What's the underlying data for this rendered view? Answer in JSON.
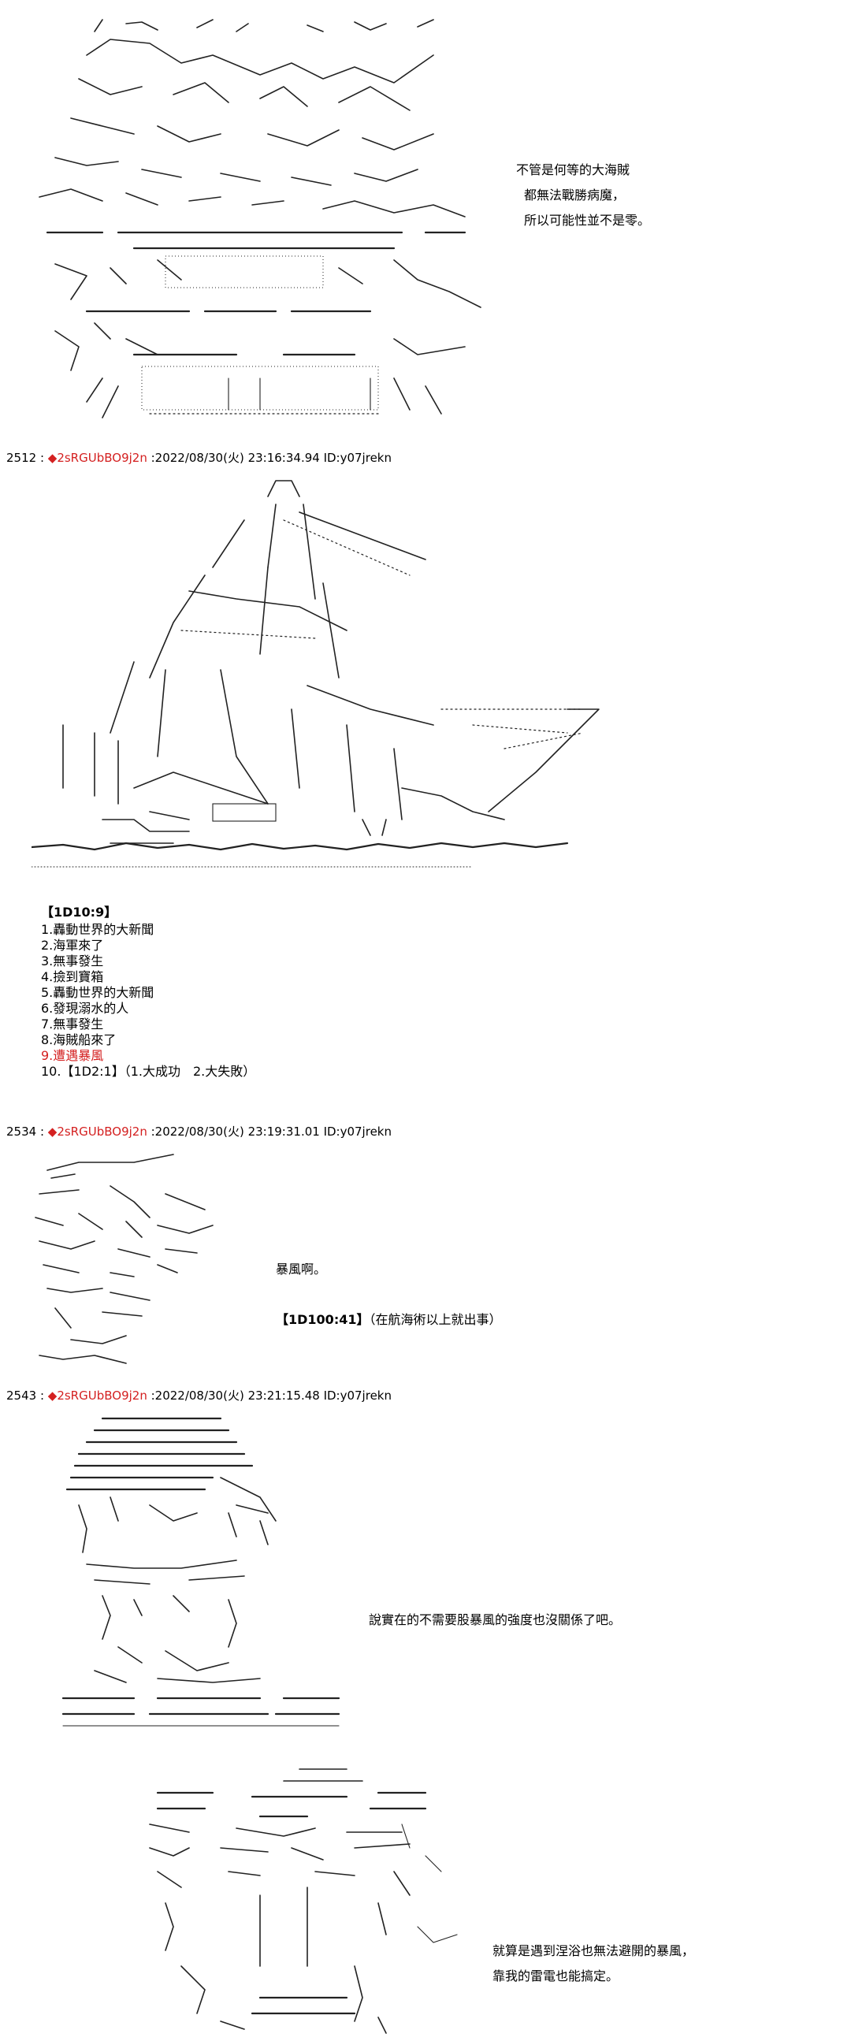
{
  "posts": [
    {
      "dialogue": [
        "不管是何等的大海賊",
        "都無法戰勝病魔，",
        "所以可能性並不是零。"
      ]
    },
    {
      "header": {
        "num": "2512",
        "sep": " : ",
        "diamond": "◆",
        "name": "2sRGUbBO9j2n",
        "meta": " :2022/08/30(火) 23:16:34.94 ID:y07jrekn"
      },
      "dice_title": "【1D10:9】",
      "list": [
        "1.轟動世界的大新聞",
        "2.海軍來了",
        "3.無事發生",
        "4.撿到寶箱",
        "5.轟動世界的大新聞",
        "6.發現溺水的人",
        "7.無事發生",
        "8.海賊船來了",
        "9.遭遇暴風",
        "10.【1D2:1】（1.大成功　2.大失敗）"
      ]
    },
    {
      "header": {
        "num": "2534",
        "sep": " : ",
        "diamond": "◆",
        "name": "2sRGUbBO9j2n",
        "meta": " :2022/08/30(火) 23:19:31.01 ID:y07jrekn"
      },
      "dialogue": "暴風啊。",
      "dice_roll": "【1D100:41】",
      "dice_note": "（在航海術以上就出事）"
    },
    {
      "header": {
        "num": "2543",
        "sep": " : ",
        "diamond": "◆",
        "name": "2sRGUbBO9j2n",
        "meta": " :2022/08/30(火) 23:21:15.48 ID:y07jrekn"
      },
      "dialogue": "說實在的不需要股暴風的強度也沒關係了吧。",
      "dialogue2": [
        "就算是遇到涅浴也無法避開的暴風，",
        "靠我的雷電也能搞定。"
      ]
    }
  ],
  "colors": {
    "name": "#d42020",
    "highlight": "#d42020",
    "text": "#000000",
    "background": "#ffffff"
  },
  "art_icons": [
    "ascii-art-pirate",
    "ascii-art-ship",
    "ascii-art-character",
    "ascii-art-captain",
    "ascii-art-enel"
  ]
}
